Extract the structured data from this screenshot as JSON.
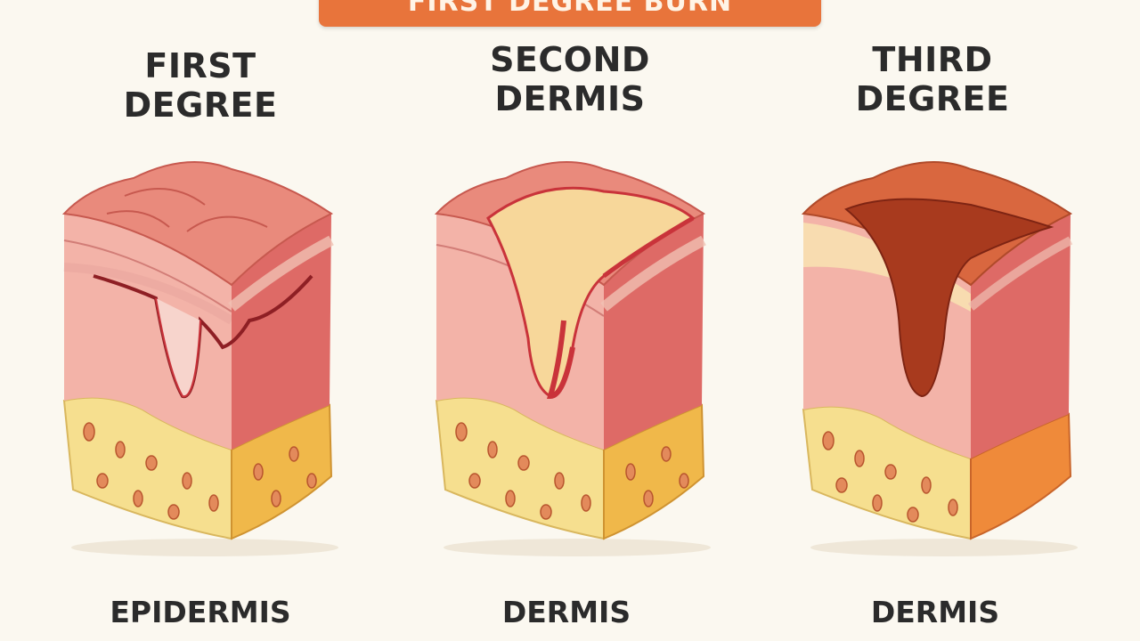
{
  "banner": {
    "text": "FIRST DEGREE BURN"
  },
  "panels": [
    {
      "title_line1": "FIRST",
      "title_line2": "DEGREE",
      "bottom_label": "EPIDERMIS"
    },
    {
      "title_line1": "SECOND",
      "title_line2": "DERMIS",
      "bottom_label": "DERMIS"
    },
    {
      "title_line1": "THIRD",
      "title_line2": "DEGREE",
      "bottom_label": "DERMIS"
    }
  ],
  "colors": {
    "background": "#fbf8f0",
    "banner": "#e8743b",
    "skin_top": "#e98a7c",
    "epidermis": "#f3b3a8",
    "dermis_side": "#de6a66",
    "fat": "#f6df8f",
    "burn_red": "#c9333a",
    "blister": "#f7d79a",
    "char": "#a83a1e"
  },
  "icons": [
    "first-degree-skin-illustration",
    "second-degree-skin-illustration",
    "third-degree-skin-illustration"
  ]
}
